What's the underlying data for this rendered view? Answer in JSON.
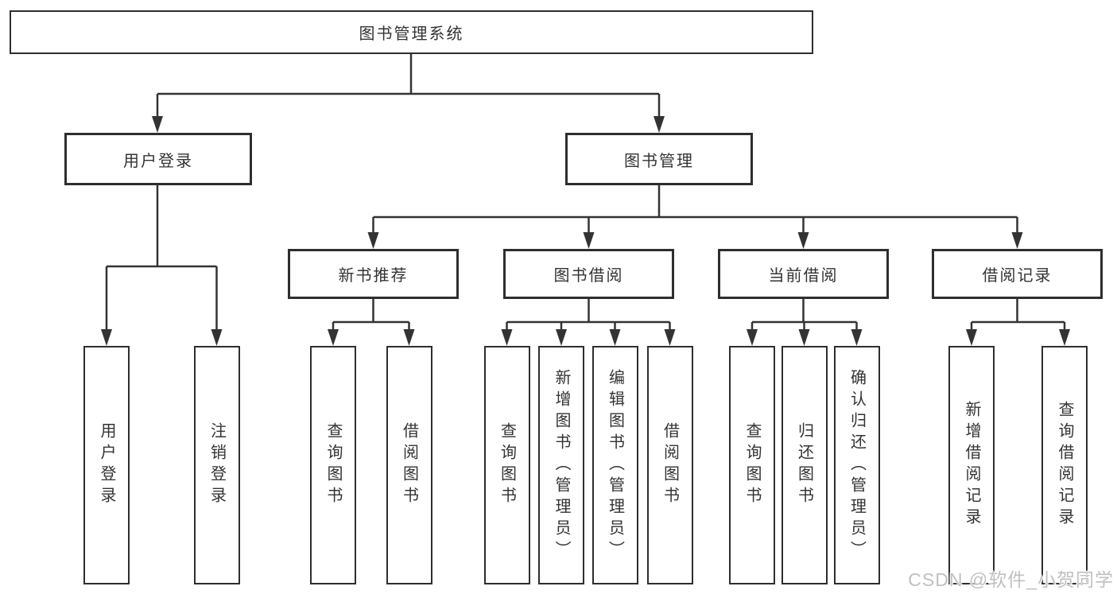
{
  "tree": {
    "label": "图书管理系统",
    "children": [
      {
        "label": "用户登录",
        "children": [
          {
            "label": "用户登录"
          },
          {
            "label": "注销登录"
          }
        ]
      },
      {
        "label": "图书管理",
        "children": [
          {
            "label": "新书推荐",
            "children": [
              {
                "label": "查询图书"
              },
              {
                "label": "借阅图书"
              }
            ]
          },
          {
            "label": "图书借阅",
            "children": [
              {
                "label": "查询图书"
              },
              {
                "label": "新增图书（管理员）"
              },
              {
                "label": "编辑图书（管理员）"
              },
              {
                "label": "借阅图书"
              }
            ]
          },
          {
            "label": "当前借阅",
            "children": [
              {
                "label": "查询图书"
              },
              {
                "label": "归还图书"
              },
              {
                "label": "确认归还（管理员）"
              }
            ]
          },
          {
            "label": "借阅记录",
            "children": [
              {
                "label": "新增借阅记录"
              },
              {
                "label": "查询借阅记录"
              }
            ]
          }
        ]
      }
    ]
  },
  "watermark": {
    "text": "CSDN @软件_小贺同学"
  },
  "colors": {
    "line": "#333333",
    "border": "#2e2e2e",
    "text": "#333333",
    "background": "#ffffff",
    "watermark_text": "#c0c0c0"
  }
}
